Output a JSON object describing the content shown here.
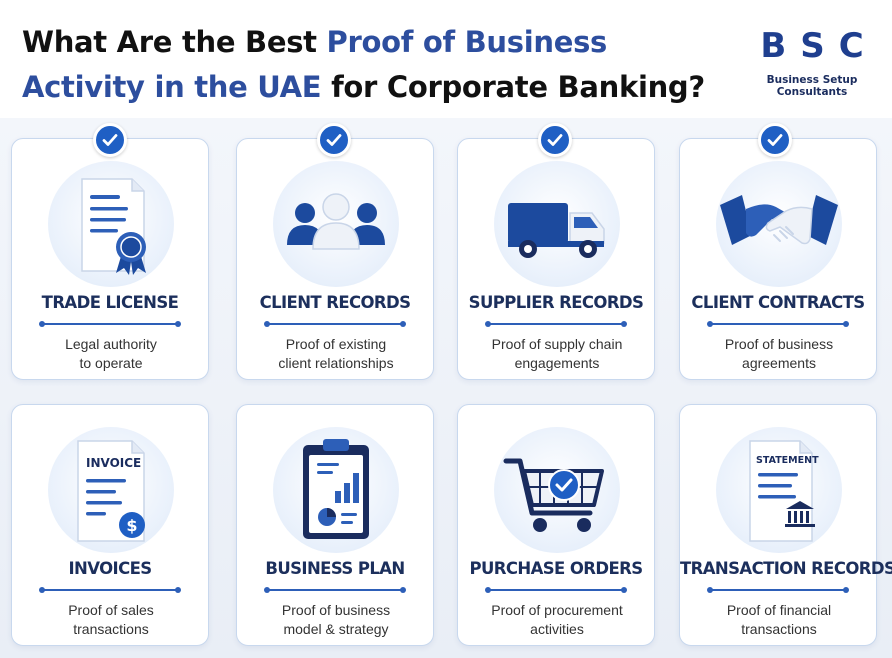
{
  "title": {
    "line1_dark": "What Are the Best ",
    "line1_blue": "Proof of Business",
    "line2_blue": "Activity in the UAE",
    "line2_dark": " for Corporate Banking?"
  },
  "logo": {
    "letters": [
      "B",
      "S",
      "C"
    ],
    "line1": "Business Setup",
    "line2": "Consultants"
  },
  "colors": {
    "accent": "#2d4e9e",
    "check": "#1f5fc4",
    "card_border": "#c8d8ee"
  },
  "cards": [
    {
      "icon": "certificate-icon",
      "title": "TRADE LICENSE",
      "desc_line1": "Legal authority",
      "desc_line2": "to operate"
    },
    {
      "icon": "people-group-icon",
      "title": "CLIENT RECORDS",
      "desc_line1": "Proof of existing",
      "desc_line2": "client relationships"
    },
    {
      "icon": "delivery-truck-icon",
      "title": "SUPPLIER RECORDS",
      "desc_line1": "Proof of supply chain",
      "desc_line2": "engagements"
    },
    {
      "icon": "handshake-icon",
      "title": "CLIENT CONTRACTS",
      "desc_line1": "Proof of business",
      "desc_line2": "agreements"
    },
    {
      "icon": "invoice-document-icon",
      "title": "INVOICES",
      "desc_line1": "Proof of sales",
      "desc_line2": "transactions",
      "icon_text": "INVOICE"
    },
    {
      "icon": "clipboard-chart-icon",
      "title": "BUSINESS PLAN",
      "desc_line1": "Proof of business",
      "desc_line2": "model & strategy"
    },
    {
      "icon": "shopping-cart-icon",
      "title": "PURCHASE ORDERS",
      "desc_line1": "Proof of procurement",
      "desc_line2": "activities"
    },
    {
      "icon": "bank-statement-icon",
      "title": "TRANSACTION RECORDS",
      "desc_line1": "Proof of financial",
      "desc_line2": "transactions",
      "icon_text": "STATEMENT"
    }
  ]
}
